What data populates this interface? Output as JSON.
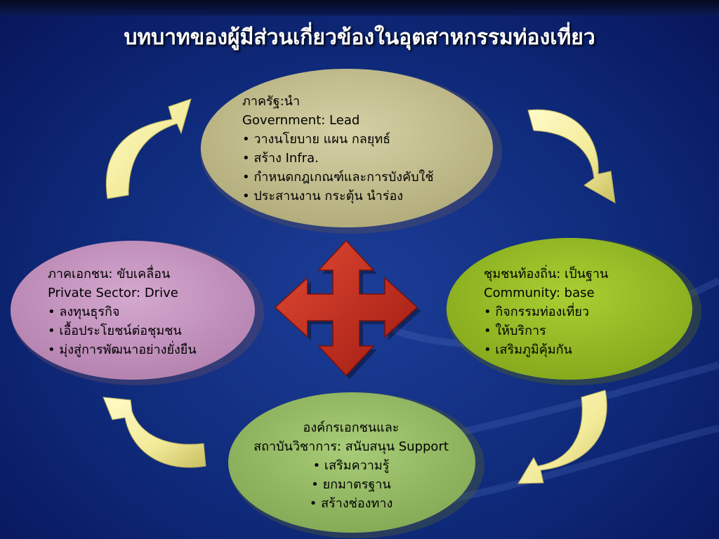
{
  "title": "บทบาทของผู้มีส่วนเกี่ยวข้องในอุตสาหกรรมท่องเที่ยว",
  "nodes": {
    "government": {
      "heading": "ภาครัฐ:นำ",
      "subheading": "Government: Lead",
      "bullets": [
        "• วางนโยบาย แผน กลยุทธ์",
        "• สร้าง Infra.",
        "• กำหนดกฎเกณฑ์และการบังคับใช้",
        "• ประสานงาน กระตุ้น นำร่อง"
      ]
    },
    "private": {
      "heading": "ภาคเอกชน: ขับเคลื่อน",
      "subheading": "Private Sector: Drive",
      "bullets": [
        "• ลงทุนธุรกิจ",
        "• เอื้อประโยชน์ต่อชุมชน",
        "• มุ่งสู่การพัฒนาอย่างยั่งยืน"
      ]
    },
    "community": {
      "heading": "ชุมชนท้องถิ่น: เป็นฐาน",
      "subheading": "Community: base",
      "bullets": [
        "• กิจกรรมท่องเที่ยว",
        "• ให้บริการ",
        "• เสริมภูมิคุ้มกัน"
      ]
    },
    "ngo": {
      "heading": "องค์กรเอกชนและ",
      "subheading": "สถาบันวิชาการ: สนับสนุน Support",
      "bullets": [
        "• เสริมความรู้",
        "• ยกมาตรฐาน",
        "• สร้างช่องทาง"
      ]
    }
  },
  "colors": {
    "background": "#12318a",
    "title": "#ffffff",
    "government_fill": "#c8c394",
    "private_fill": "#c99ac4",
    "community_fill": "#9cc32a",
    "ngo_fill": "#9cc06c",
    "arrow_cross": "#c8281a",
    "curved_arrows": "#f6f0a4"
  },
  "icons": [
    "four-way-arrow-icon",
    "curved-arrow-icon"
  ]
}
